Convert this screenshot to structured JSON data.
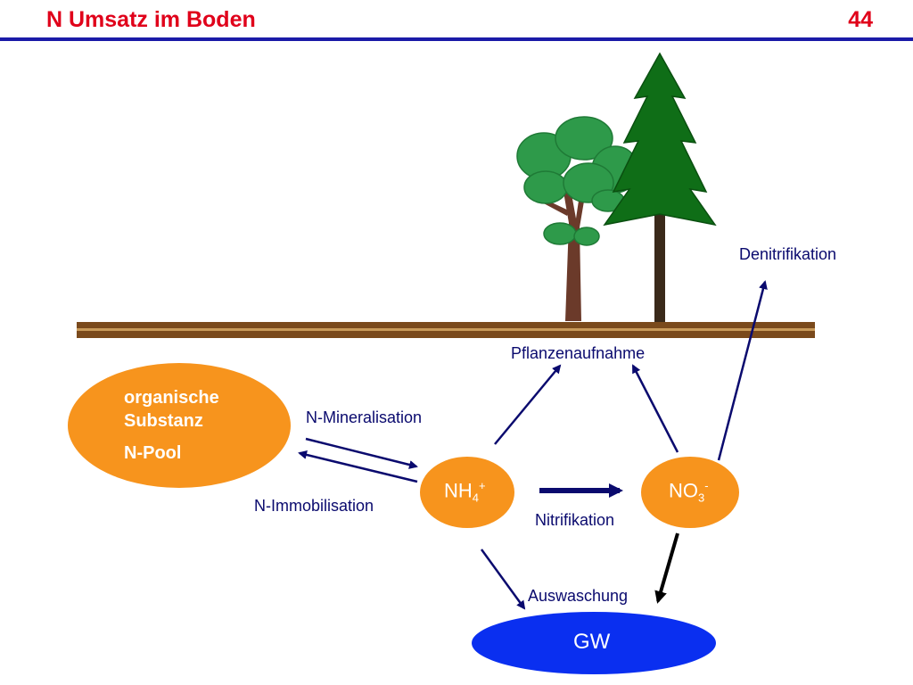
{
  "header": {
    "title": "N Umsatz im Boden",
    "page_number": "44"
  },
  "nodes": {
    "organic": {
      "line1": "organische",
      "line2": "Substanz",
      "line3": "N-Pool"
    },
    "ammonium": {
      "base": "NH",
      "sub": "4",
      "sup": "+"
    },
    "nitrate": {
      "base": "NO",
      "sub": "3",
      "sup": "-"
    },
    "groundwater": {
      "label": "GW"
    }
  },
  "labels": {
    "mineralisation": "N-Mineralisation",
    "immobilisation": "N-Immobilisation",
    "nitrifikation": "Nitrifikation",
    "pflanzenaufnahme": "Pflanzenaufnahme",
    "denitrifikation": "Denitrifikation",
    "auswaschung": "Auswaschung"
  },
  "colors": {
    "title": "#e0001a",
    "rule": "#1a1aa8",
    "node_fill": "#f7941d",
    "groundwater": "#0a2ff0",
    "arrow": "#0a0a6e",
    "soil": "#7a4a1c"
  },
  "icons": {
    "deciduous_tree": "deciduous-tree-icon",
    "conifer_tree": "conifer-tree-icon"
  }
}
